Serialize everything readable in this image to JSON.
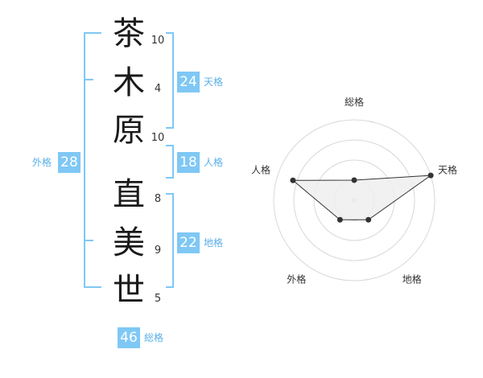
{
  "name_chars": [
    {
      "char": "茶",
      "strokes": "10"
    },
    {
      "char": "木",
      "strokes": "4"
    },
    {
      "char": "原",
      "strokes": "10"
    },
    {
      "char": "直",
      "strokes": "8"
    },
    {
      "char": "美",
      "strokes": "9"
    },
    {
      "char": "世",
      "strokes": "5"
    }
  ],
  "kakusu": {
    "tenkaku": {
      "value": "24",
      "label": "天格"
    },
    "jinkaku": {
      "value": "18",
      "label": "人格"
    },
    "chikaku": {
      "value": "22",
      "label": "地格"
    },
    "gaikaku": {
      "value": "28",
      "label": "外格"
    },
    "soukaku": {
      "value": "46",
      "label": "総格"
    }
  },
  "chart_data": {
    "type": "radar",
    "axes": [
      "総格",
      "天格",
      "地格",
      "外格",
      "人格"
    ],
    "values": [
      0.25,
      1.0,
      0.3,
      0.3,
      0.8
    ],
    "range": [
      0,
      1
    ],
    "rings": 4,
    "fill_color": "#eeeeee",
    "line_color": "#333333",
    "grid_color": "#d8d8d8"
  }
}
